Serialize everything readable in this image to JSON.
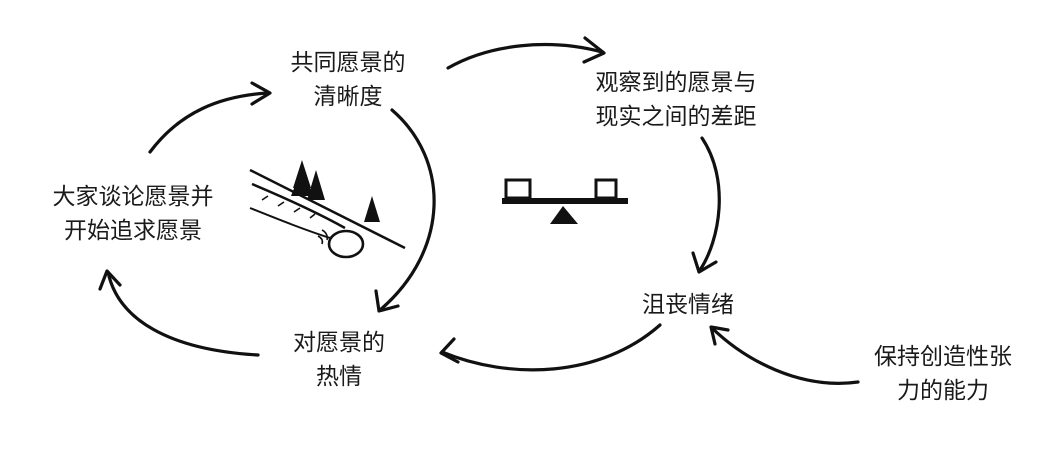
{
  "nodes": {
    "shared_vision_clarity": [
      "共同愿景的",
      "清晰度"
    ],
    "gap_vision_reality": [
      "观察到的愿景与",
      "现实之间的差距"
    ],
    "discuss_pursue_vision": [
      "大家谈论愿景并",
      "开始追求愿景"
    ],
    "frustration": [
      "沮丧情绪"
    ],
    "enthusiasm": [
      "对愿景的",
      "热情"
    ],
    "creative_tension_capacity": [
      "保持创造性张",
      "力的能力"
    ]
  },
  "icons": [
    "snowball-hill-icon",
    "balance-scale-icon"
  ],
  "colors": {
    "ink": "#111111",
    "background": "#ffffff"
  }
}
